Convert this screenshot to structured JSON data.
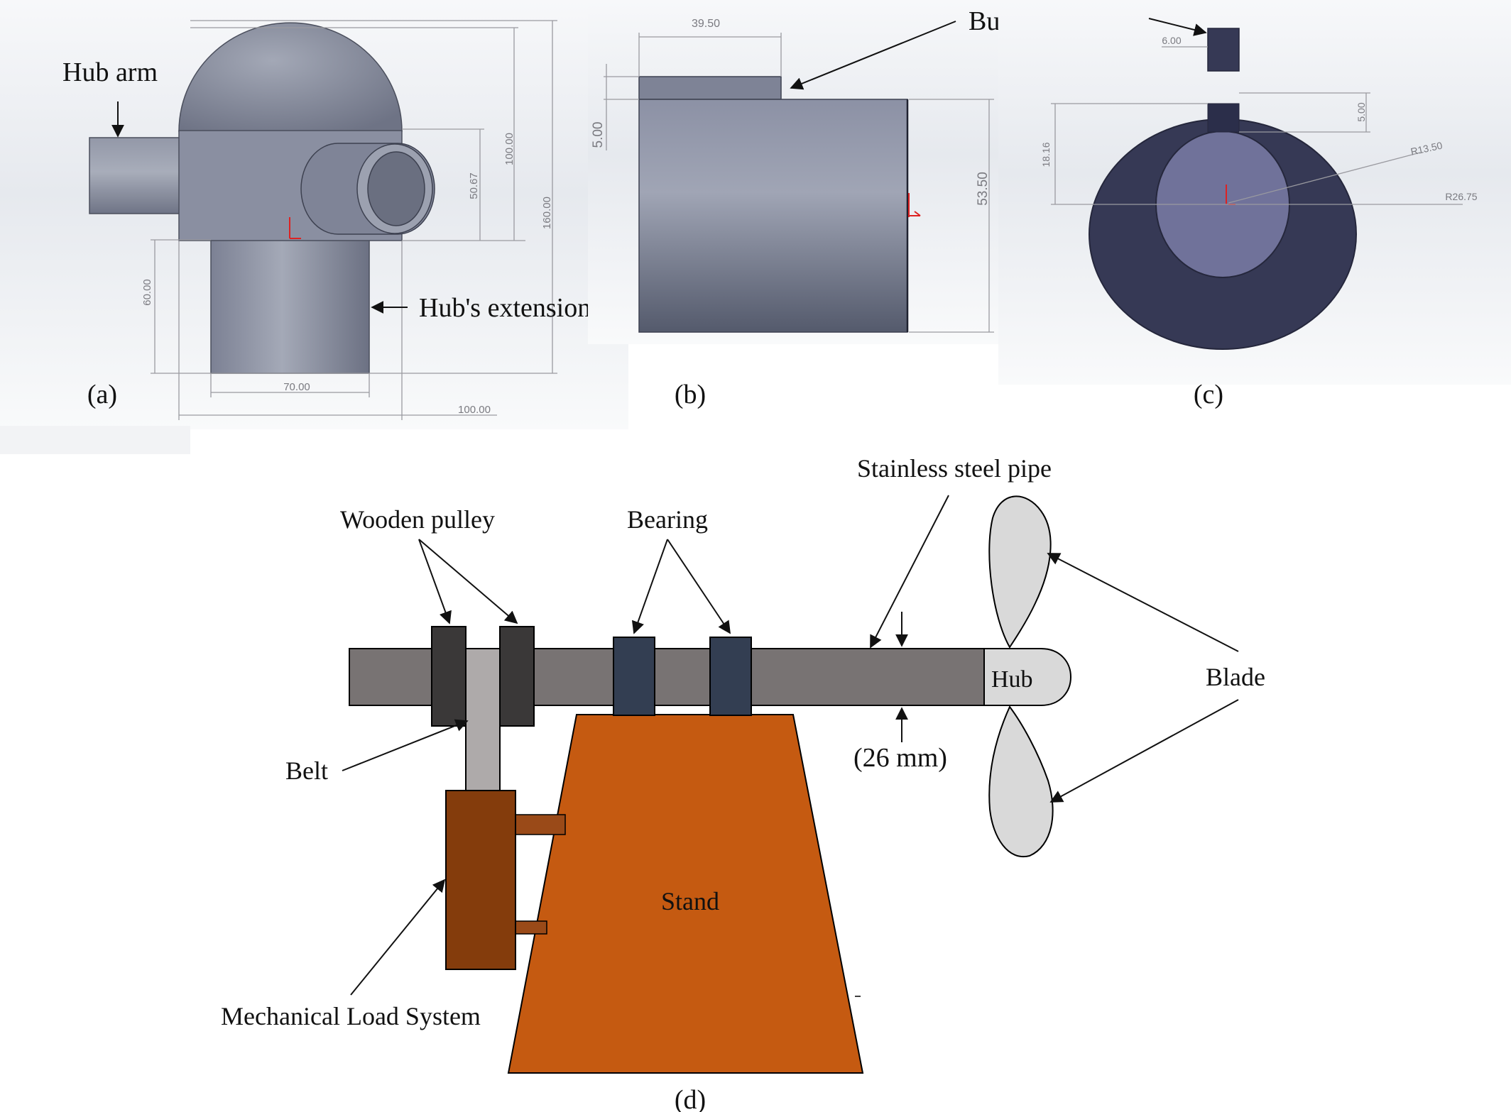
{
  "panels": {
    "a": {
      "caption": "(a)",
      "labels": {
        "hub_arm": "Hub arm",
        "hub_extension": "Hub's extension"
      },
      "dimensions": {
        "d100_top": "100.00",
        "d50_67": "50.67",
        "d160": "160.00",
        "d60": "60.00",
        "d70": "70.00",
        "d100_bottom": "100.00"
      }
    },
    "b": {
      "caption": "(b)",
      "labels": {
        "bushing_key": "Bushing Key"
      },
      "dimensions": {
        "d39_50": "39.50",
        "d5_00": "5.00",
        "d53_50": "53.50"
      }
    },
    "c": {
      "caption": "(c)",
      "dimensions": {
        "d6_00": "6.00",
        "d5_00": "5.00",
        "d18_16": "18.16",
        "r13_50": "R13.50",
        "r26_75": "R26.75"
      }
    },
    "d": {
      "caption": "(d)",
      "labels": {
        "wooden_pulley": "Wooden pulley",
        "bearing": "Bearing",
        "stainless_steel_pipe": "Stainless steel pipe",
        "hub": "Hub",
        "blade": "Blade",
        "belt": "Belt",
        "pipe_diameter": "(26 mm)",
        "stand": "Stand",
        "mechanical_load_system": "Mechanical Load System"
      }
    }
  },
  "colors": {
    "cad_body": "#8d93a4",
    "bushing_dark": "#3a3a55",
    "bushing_bore": "#6e6f92",
    "pipe": "#787373",
    "pulley": "#3a3838",
    "bearing": "#333e52",
    "stand": "#c55a11",
    "load": "#843c0c",
    "belt": "#aeaaaa",
    "blade": "#d9d9d9"
  }
}
